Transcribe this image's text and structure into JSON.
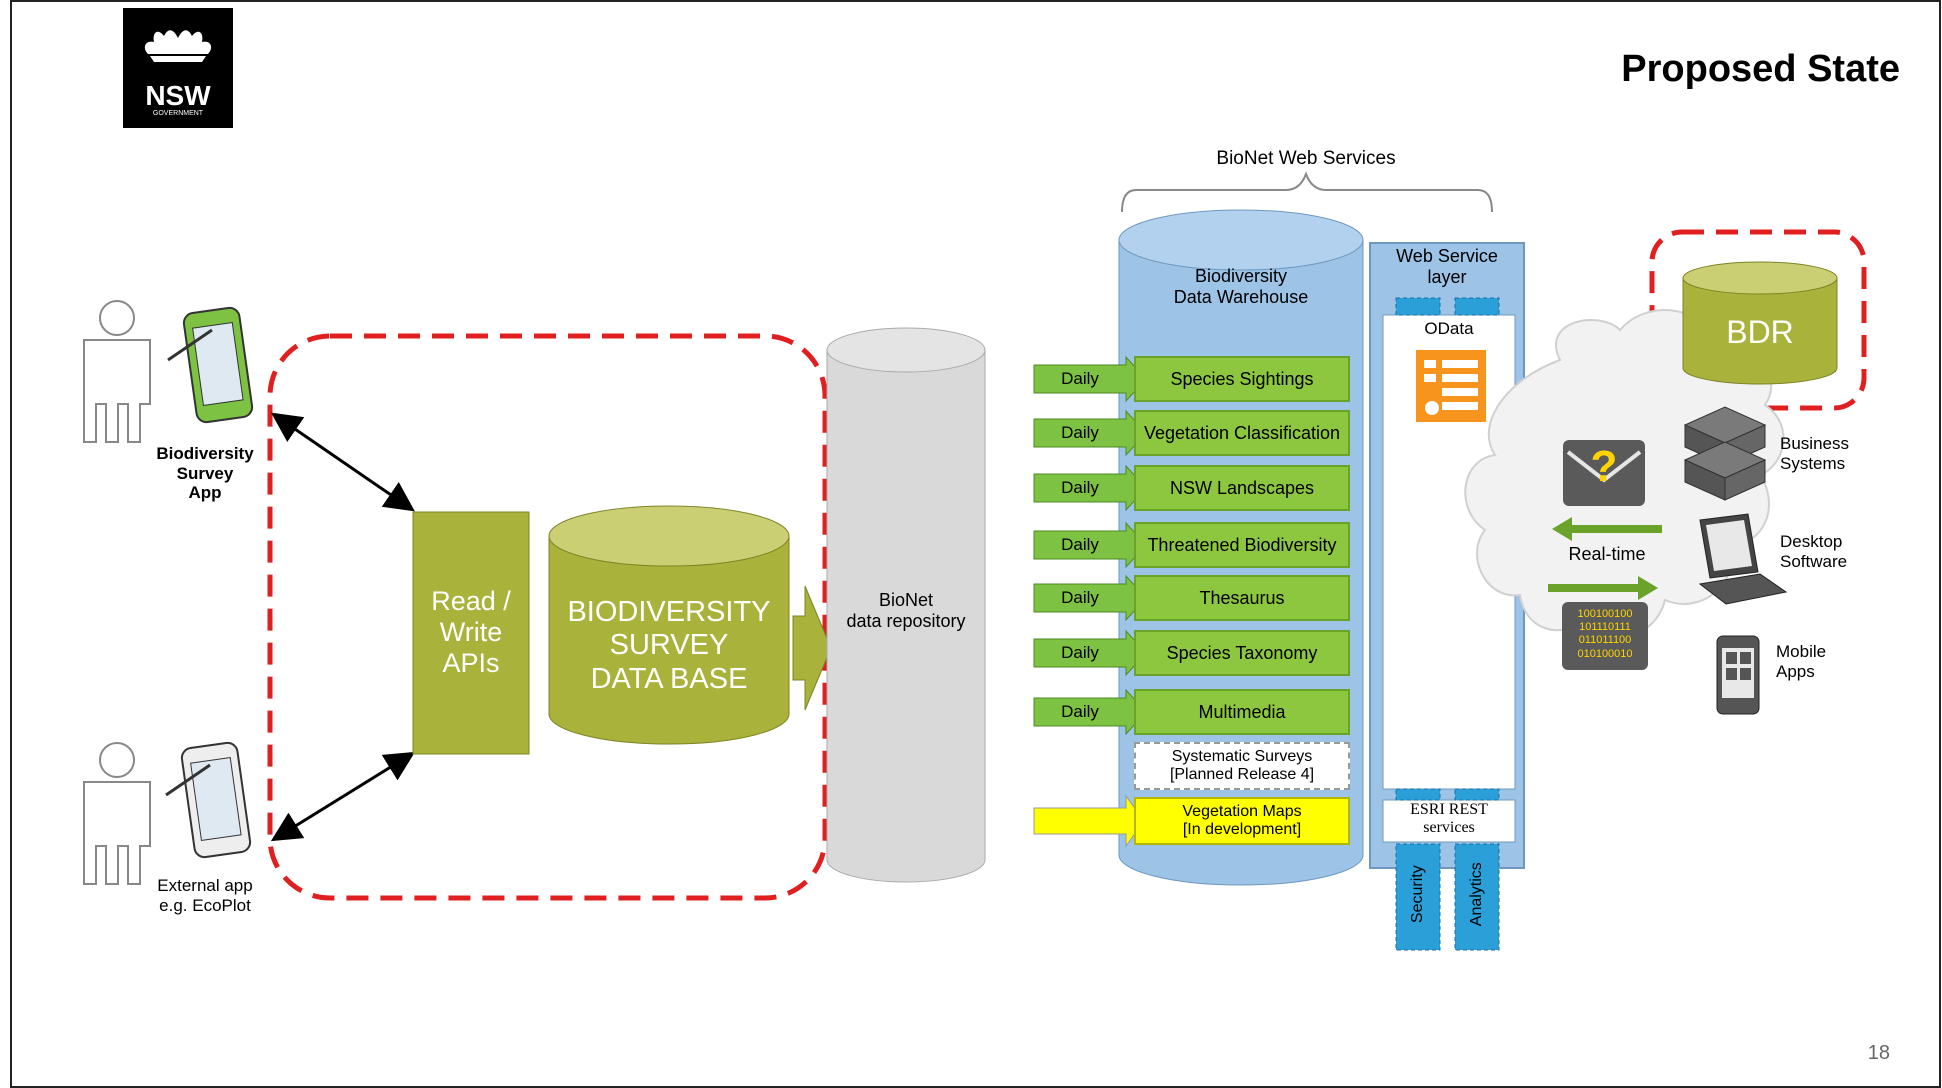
{
  "header": {
    "title": "Proposed State",
    "logo_text": "NSW",
    "logo_subtext": "GOVERNMENT"
  },
  "users": {
    "survey_app": [
      "Biodiversity",
      "Survey",
      "App"
    ],
    "external_app": [
      "External app",
      "e.g. EcoPlot"
    ]
  },
  "left_group": {
    "apis_label": [
      "Read /",
      "Write",
      "APIs"
    ],
    "db_label": [
      "BIODIVERSITY",
      "SURVEY",
      "DATA BASE"
    ]
  },
  "repository": {
    "label": [
      "BioNet",
      "data repository"
    ]
  },
  "warehouse": {
    "brace_label": "BioNet Web Services",
    "title": [
      "Biodiversity",
      "Data Warehouse"
    ],
    "schedule_label": "Daily",
    "items": [
      {
        "label": "Species Sightings"
      },
      {
        "label": "Vegetation Classification"
      },
      {
        "label": "NSW Landscapes"
      },
      {
        "label": "Threatened Biodiversity"
      },
      {
        "label": "Thesaurus"
      },
      {
        "label": "Species Taxonomy"
      },
      {
        "label": "Multimedia"
      }
    ],
    "planned": [
      "Systematic Surveys",
      "[Planned Release 4]"
    ],
    "in_dev": [
      "Vegetation Maps",
      "[In development]"
    ]
  },
  "web_service": {
    "title": [
      "Web Service",
      "layer"
    ],
    "odata": "OData",
    "esri": [
      "ESRI REST",
      "services"
    ],
    "security": "Security",
    "analytics": "Analytics"
  },
  "cloud": {
    "realtime": "Real-time",
    "binary": [
      "100100100",
      "101110111",
      "011011100",
      "010100010"
    ],
    "question": "?"
  },
  "consumers": {
    "business": [
      "Business",
      "Systems"
    ],
    "desktop": [
      "Desktop",
      "Software"
    ],
    "mobile": [
      "Mobile",
      "Apps"
    ]
  },
  "bdr": {
    "label": "BDR"
  },
  "slide_number": "18",
  "colors": {
    "olive": "#a9b23a",
    "green": "#8dc63f",
    "red_dash": "#e02020",
    "blue": "#9dc3e6",
    "yellow": "#ffff00",
    "orange": "#f7941d"
  }
}
